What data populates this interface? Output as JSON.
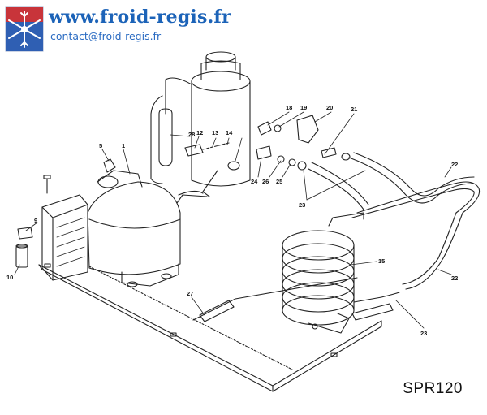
{
  "header": {
    "site_url": "www.froid-regis.fr",
    "email": "contact@froid-regis.fr",
    "logo_icon": "snowflake-logo-icon",
    "colors": {
      "brand_blue": "#1c63b8",
      "logo_red": "#c8343a",
      "logo_blue": "#2f5fb3"
    }
  },
  "diagram": {
    "reference": "SPR120",
    "part_numbers": [
      "1",
      "5",
      "9",
      "10",
      "12",
      "13",
      "14",
      "15",
      "18",
      "19",
      "20",
      "21",
      "22",
      "22",
      "23",
      "23",
      "24",
      "25",
      "26",
      "27",
      "28"
    ]
  }
}
